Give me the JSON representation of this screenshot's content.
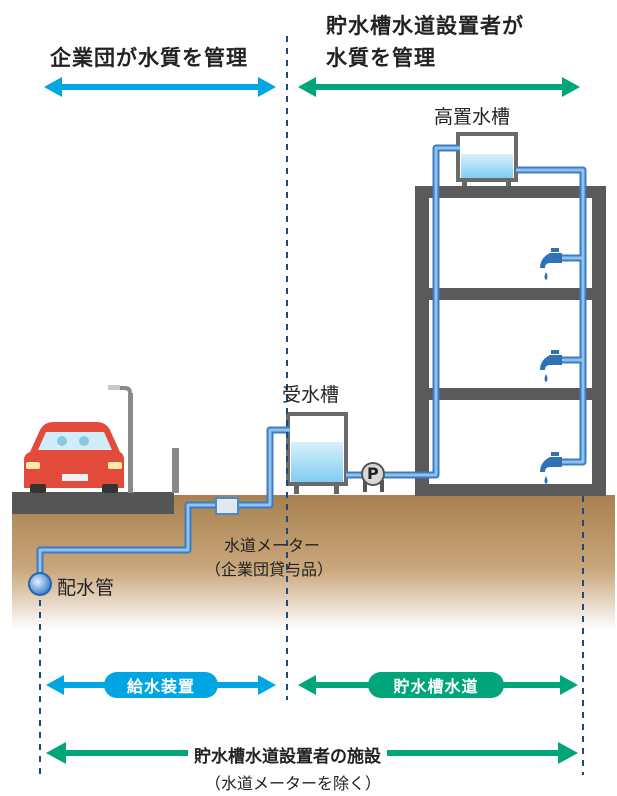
{
  "top": {
    "left_label": "企業団が水質を管理",
    "right_label_line1": "貯水槽水道設置者が",
    "right_label_line2": "水質を管理"
  },
  "labels": {
    "elevated_tank": "高置水槽",
    "receiving_tank": "受水槽",
    "pump": "P",
    "meter_line1": "水道メーター",
    "meter_line2": "（企業団貸与品）",
    "main_pipe": "配水管"
  },
  "bottom": {
    "supply_device": "給水装置",
    "storage_tank_waterworks": "貯水槽水道",
    "installer_facility": "貯水槽水道設置者の施設",
    "excluding_meter": "（水道メーターを除く）"
  },
  "colors": {
    "cyan": "#00a6e4",
    "green": "#00a67a",
    "pipe": "#5f9fd9",
    "ground": "#b48d5e",
    "building": "#5a5a5a"
  }
}
